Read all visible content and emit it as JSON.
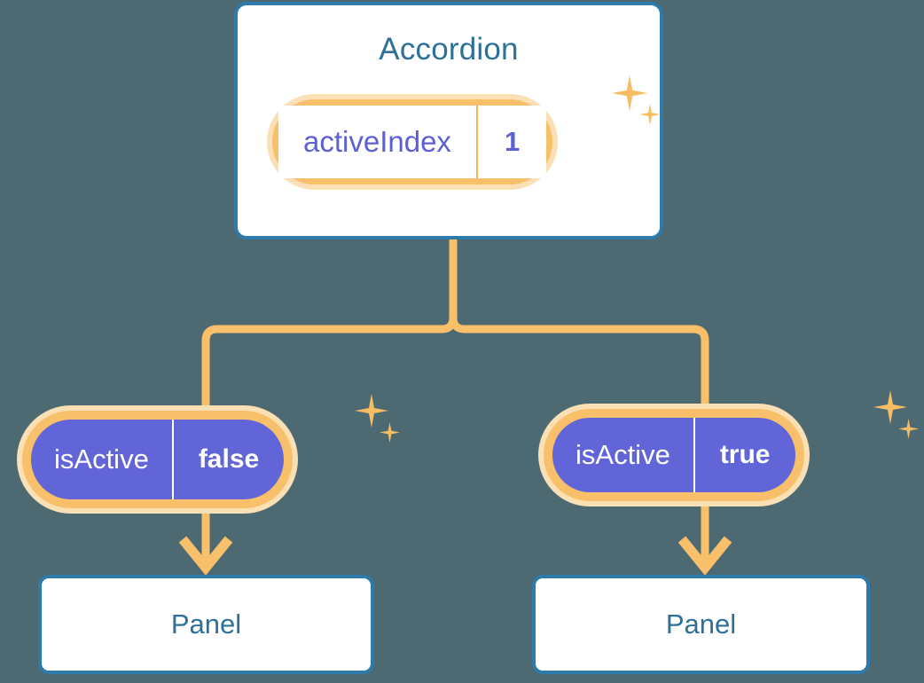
{
  "diagram": {
    "title_component": "Accordion",
    "background_color": "#4d6a73",
    "accent_orange": "#f9c06b",
    "accent_glow": "#fbdfb5",
    "accent_blue": "#2e7bab",
    "accent_purple": "#6165d8",
    "text_blue": "#2d7099",
    "text_purple": "#5c5fd6"
  },
  "root": {
    "component_name": "Accordion",
    "state": {
      "key": "activeIndex",
      "value": "1",
      "style": "light"
    },
    "sparkle_icon": "sparkle-icon"
  },
  "branches": [
    {
      "id": "left",
      "state": {
        "key": "isActive",
        "value": "false",
        "style": "solid"
      },
      "child": {
        "component_name": "Panel"
      },
      "sparkle_icon": "sparkle-icon",
      "arrow_icon": "arrow-down-icon"
    },
    {
      "id": "right",
      "state": {
        "key": "isActive",
        "value": "true",
        "style": "solid"
      },
      "child": {
        "component_name": "Panel"
      },
      "sparkle_icon": "sparkle-icon",
      "arrow_icon": "arrow-down-icon"
    }
  ]
}
